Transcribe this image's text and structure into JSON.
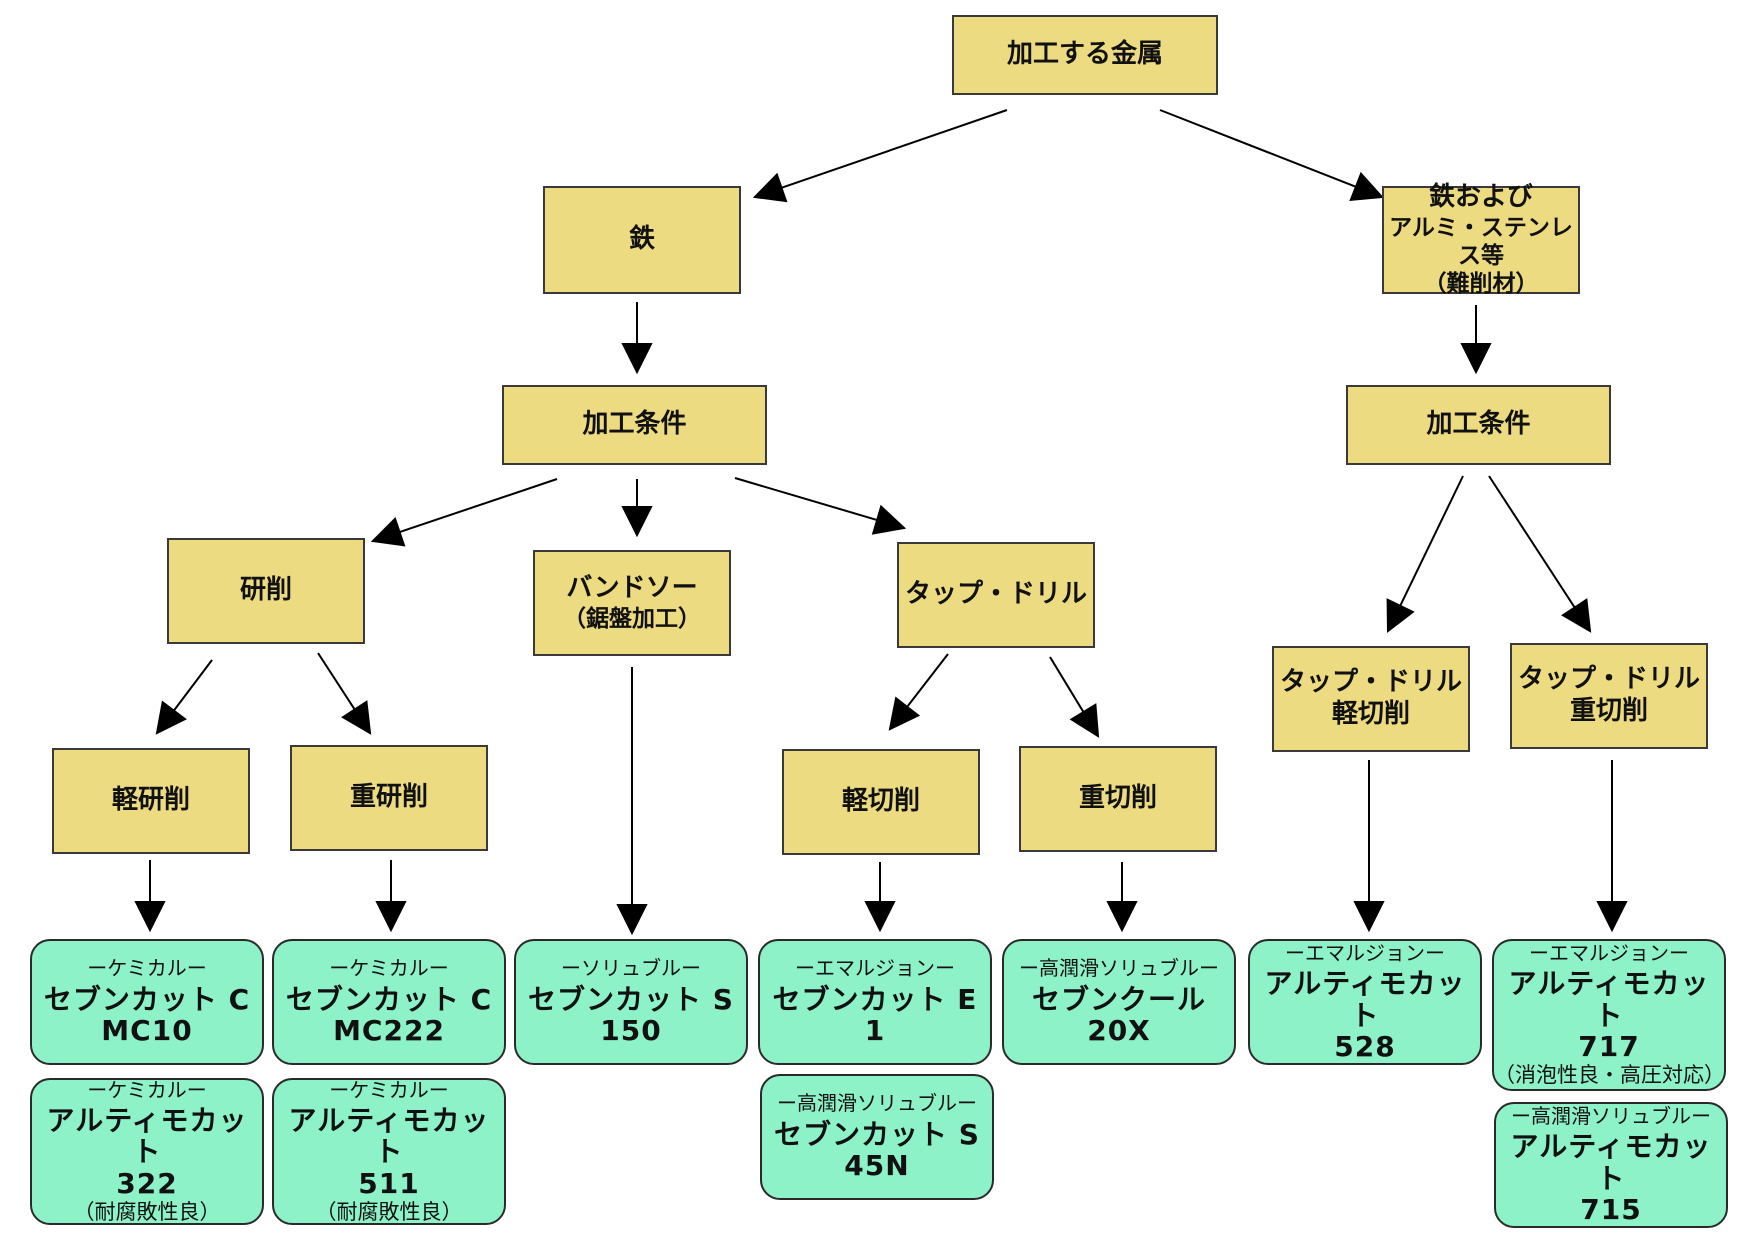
{
  "nodes": {
    "root": "加工する金属",
    "iron": "鉄",
    "hard_material": [
      "鉄および",
      "アルミ・ステンレス等",
      "（難削材）"
    ],
    "condition_left": "加工条件",
    "condition_right": "加工条件",
    "grinding": "研削",
    "bandsaw": [
      "バンドソー",
      "（鋸盤加工）"
    ],
    "tap_drill": "タップ・ドリル",
    "light_grinding": "軽研削",
    "heavy_grinding": "重研削",
    "light_cutting": "軽切削",
    "heavy_cutting": "重切削",
    "tap_drill_light": [
      "タップ・ドリル",
      "軽切削"
    ],
    "tap_drill_heavy": [
      "タップ・ドリル",
      "重切削"
    ]
  },
  "products": [
    {
      "category": "ーケミカルー",
      "name": "セブンカット C",
      "code": "MC10",
      "note": ""
    },
    {
      "category": "ーケミカルー",
      "name": "アルティモカット",
      "code": "322",
      "note": "（耐腐敗性良）"
    },
    {
      "category": "ーケミカルー",
      "name": "セブンカット C",
      "code": "MC222",
      "note": ""
    },
    {
      "category": "ーケミカルー",
      "name": "アルティモカット",
      "code": "511",
      "note": "（耐腐敗性良）"
    },
    {
      "category": "ーソリュブルー",
      "name": "セブンカット S",
      "code": "150",
      "note": ""
    },
    {
      "category": "ーエマルジョンー",
      "name": "セブンカット E",
      "code": "1",
      "note": ""
    },
    {
      "category": "ー高潤滑ソリュブルー",
      "name": "セブンカット S",
      "code": "45N",
      "note": ""
    },
    {
      "category": "ー高潤滑ソリュブルー",
      "name": "セブンクール",
      "code": "20X",
      "note": ""
    },
    {
      "category": "ーエマルジョンー",
      "name": "アルティモカット",
      "code": "528",
      "note": ""
    },
    {
      "category": "ーエマルジョンー",
      "name": "アルティモカット",
      "code": "717",
      "note": "（消泡性良・高圧対応）"
    },
    {
      "category": "ー高潤滑ソリュブルー",
      "name": "アルティモカット",
      "code": "715",
      "note": ""
    }
  ],
  "colors": {
    "node_fill": "#eddb82",
    "product_fill": "#8df2c8",
    "arrow": "#000000"
  }
}
